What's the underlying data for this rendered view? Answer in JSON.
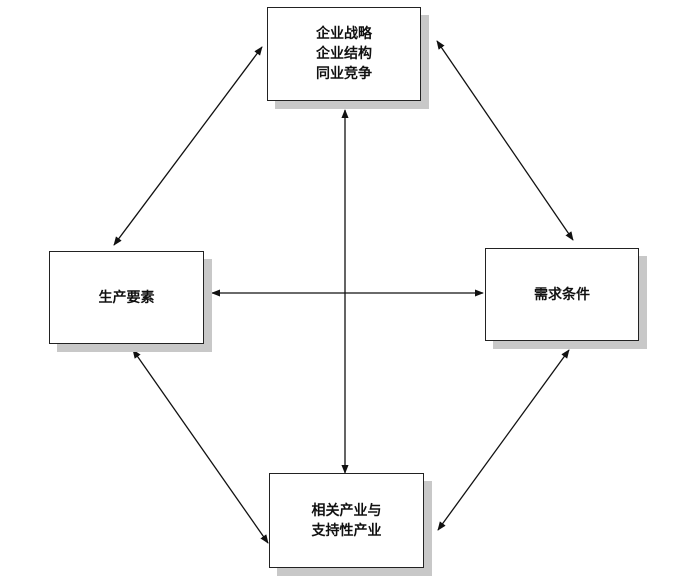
{
  "diagram": {
    "top_box": {
      "lines": [
        "企业战略",
        "企业结构",
        "同业竞争"
      ]
    },
    "left_box": {
      "label": "生产要素"
    },
    "right_box": {
      "label": "需求条件"
    },
    "bottom_box": {
      "lines": [
        "相关产业与",
        "支持性产业"
      ]
    }
  }
}
